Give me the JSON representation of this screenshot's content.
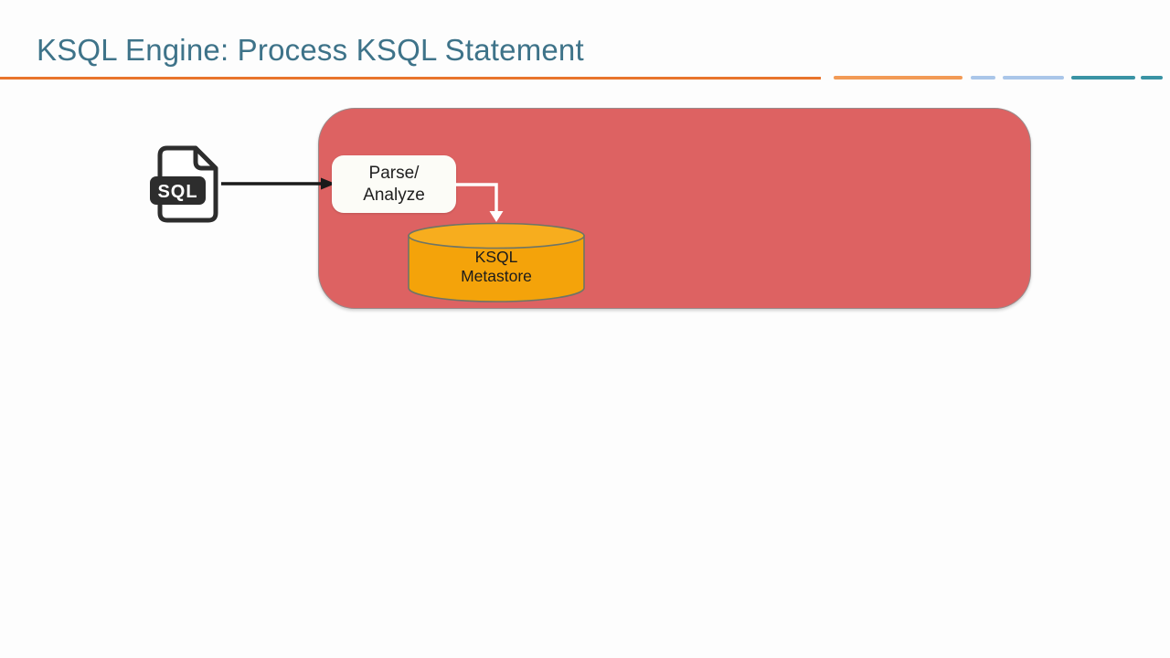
{
  "slide": {
    "title": "KSQL Engine: Process KSQL Statement"
  },
  "diagram": {
    "sql_file_icon": {
      "label": "SQL"
    },
    "parse_box": {
      "lines": [
        "Parse/",
        "Analyze"
      ]
    },
    "metastore": {
      "lines": [
        "KSQL",
        "Metastore"
      ]
    }
  },
  "colors": {
    "title_text": "#3e7389",
    "divider_orange": "#e8742c",
    "divider_orange_light": "#f29a55",
    "divider_blue_light": "#aac6e9",
    "divider_teal": "#3a93a4",
    "engine_container_fill": "#dd6262",
    "parse_box_fill": "#fcfcf7",
    "metastore_fill": "#f4a30a",
    "metastore_top_fill": "#f7ad1e",
    "icon_dark": "#2d2d2d",
    "arrow_black": "#1a1a1a",
    "arrow_white": "#ffffff"
  }
}
